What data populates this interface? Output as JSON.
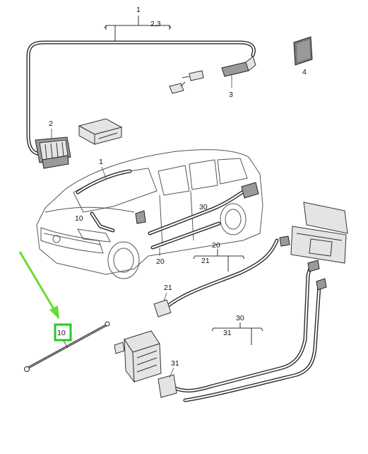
{
  "callouts": {
    "c1_top": "1",
    "c1_top_sub": "2,3",
    "c2": "2",
    "c3": "3",
    "c4": "4",
    "c1_car": "1",
    "c10_car": "10",
    "c30_car": "30",
    "c20_car": "20",
    "c20_top": "20",
    "c20_sub": "21",
    "c21": "21",
    "c30_top": "30",
    "c30_sub": "31",
    "c31": "31",
    "c10_highlight": "10"
  },
  "colors": {
    "highlight_box": "#22cc22",
    "highlight_arrow": "#66dd33",
    "cable": "#2a2a2a",
    "line": "#555555"
  }
}
